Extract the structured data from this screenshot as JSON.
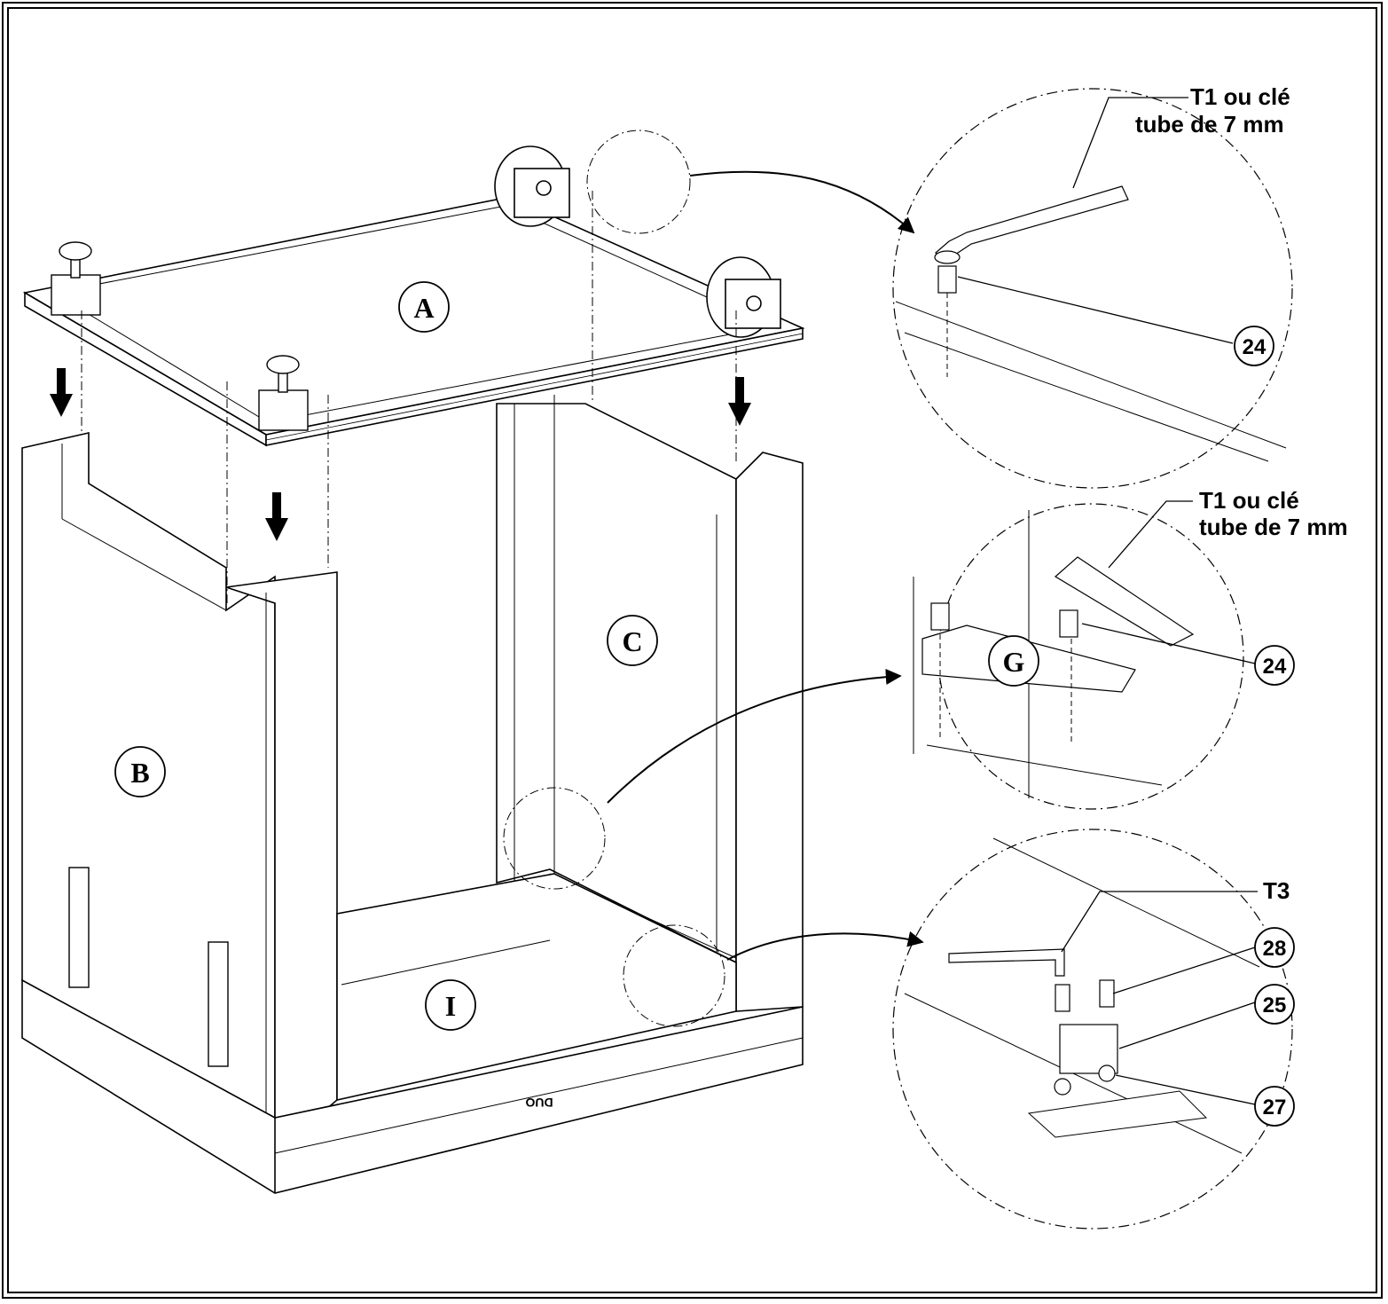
{
  "parts": {
    "A": "A",
    "B": "B",
    "C": "C",
    "I": "I",
    "G": "G"
  },
  "callouts": {
    "tool_top": [
      "T1 ou clé",
      "tube de 7 mm"
    ],
    "tool_mid": [
      "T1 ou clé",
      "tube de 7 mm"
    ],
    "tool_bottom": "T3",
    "num_24_top": "24",
    "num_24_mid": "24",
    "num_28": "28",
    "num_25": "25",
    "num_27": "27"
  },
  "brand_mark": "DUO"
}
